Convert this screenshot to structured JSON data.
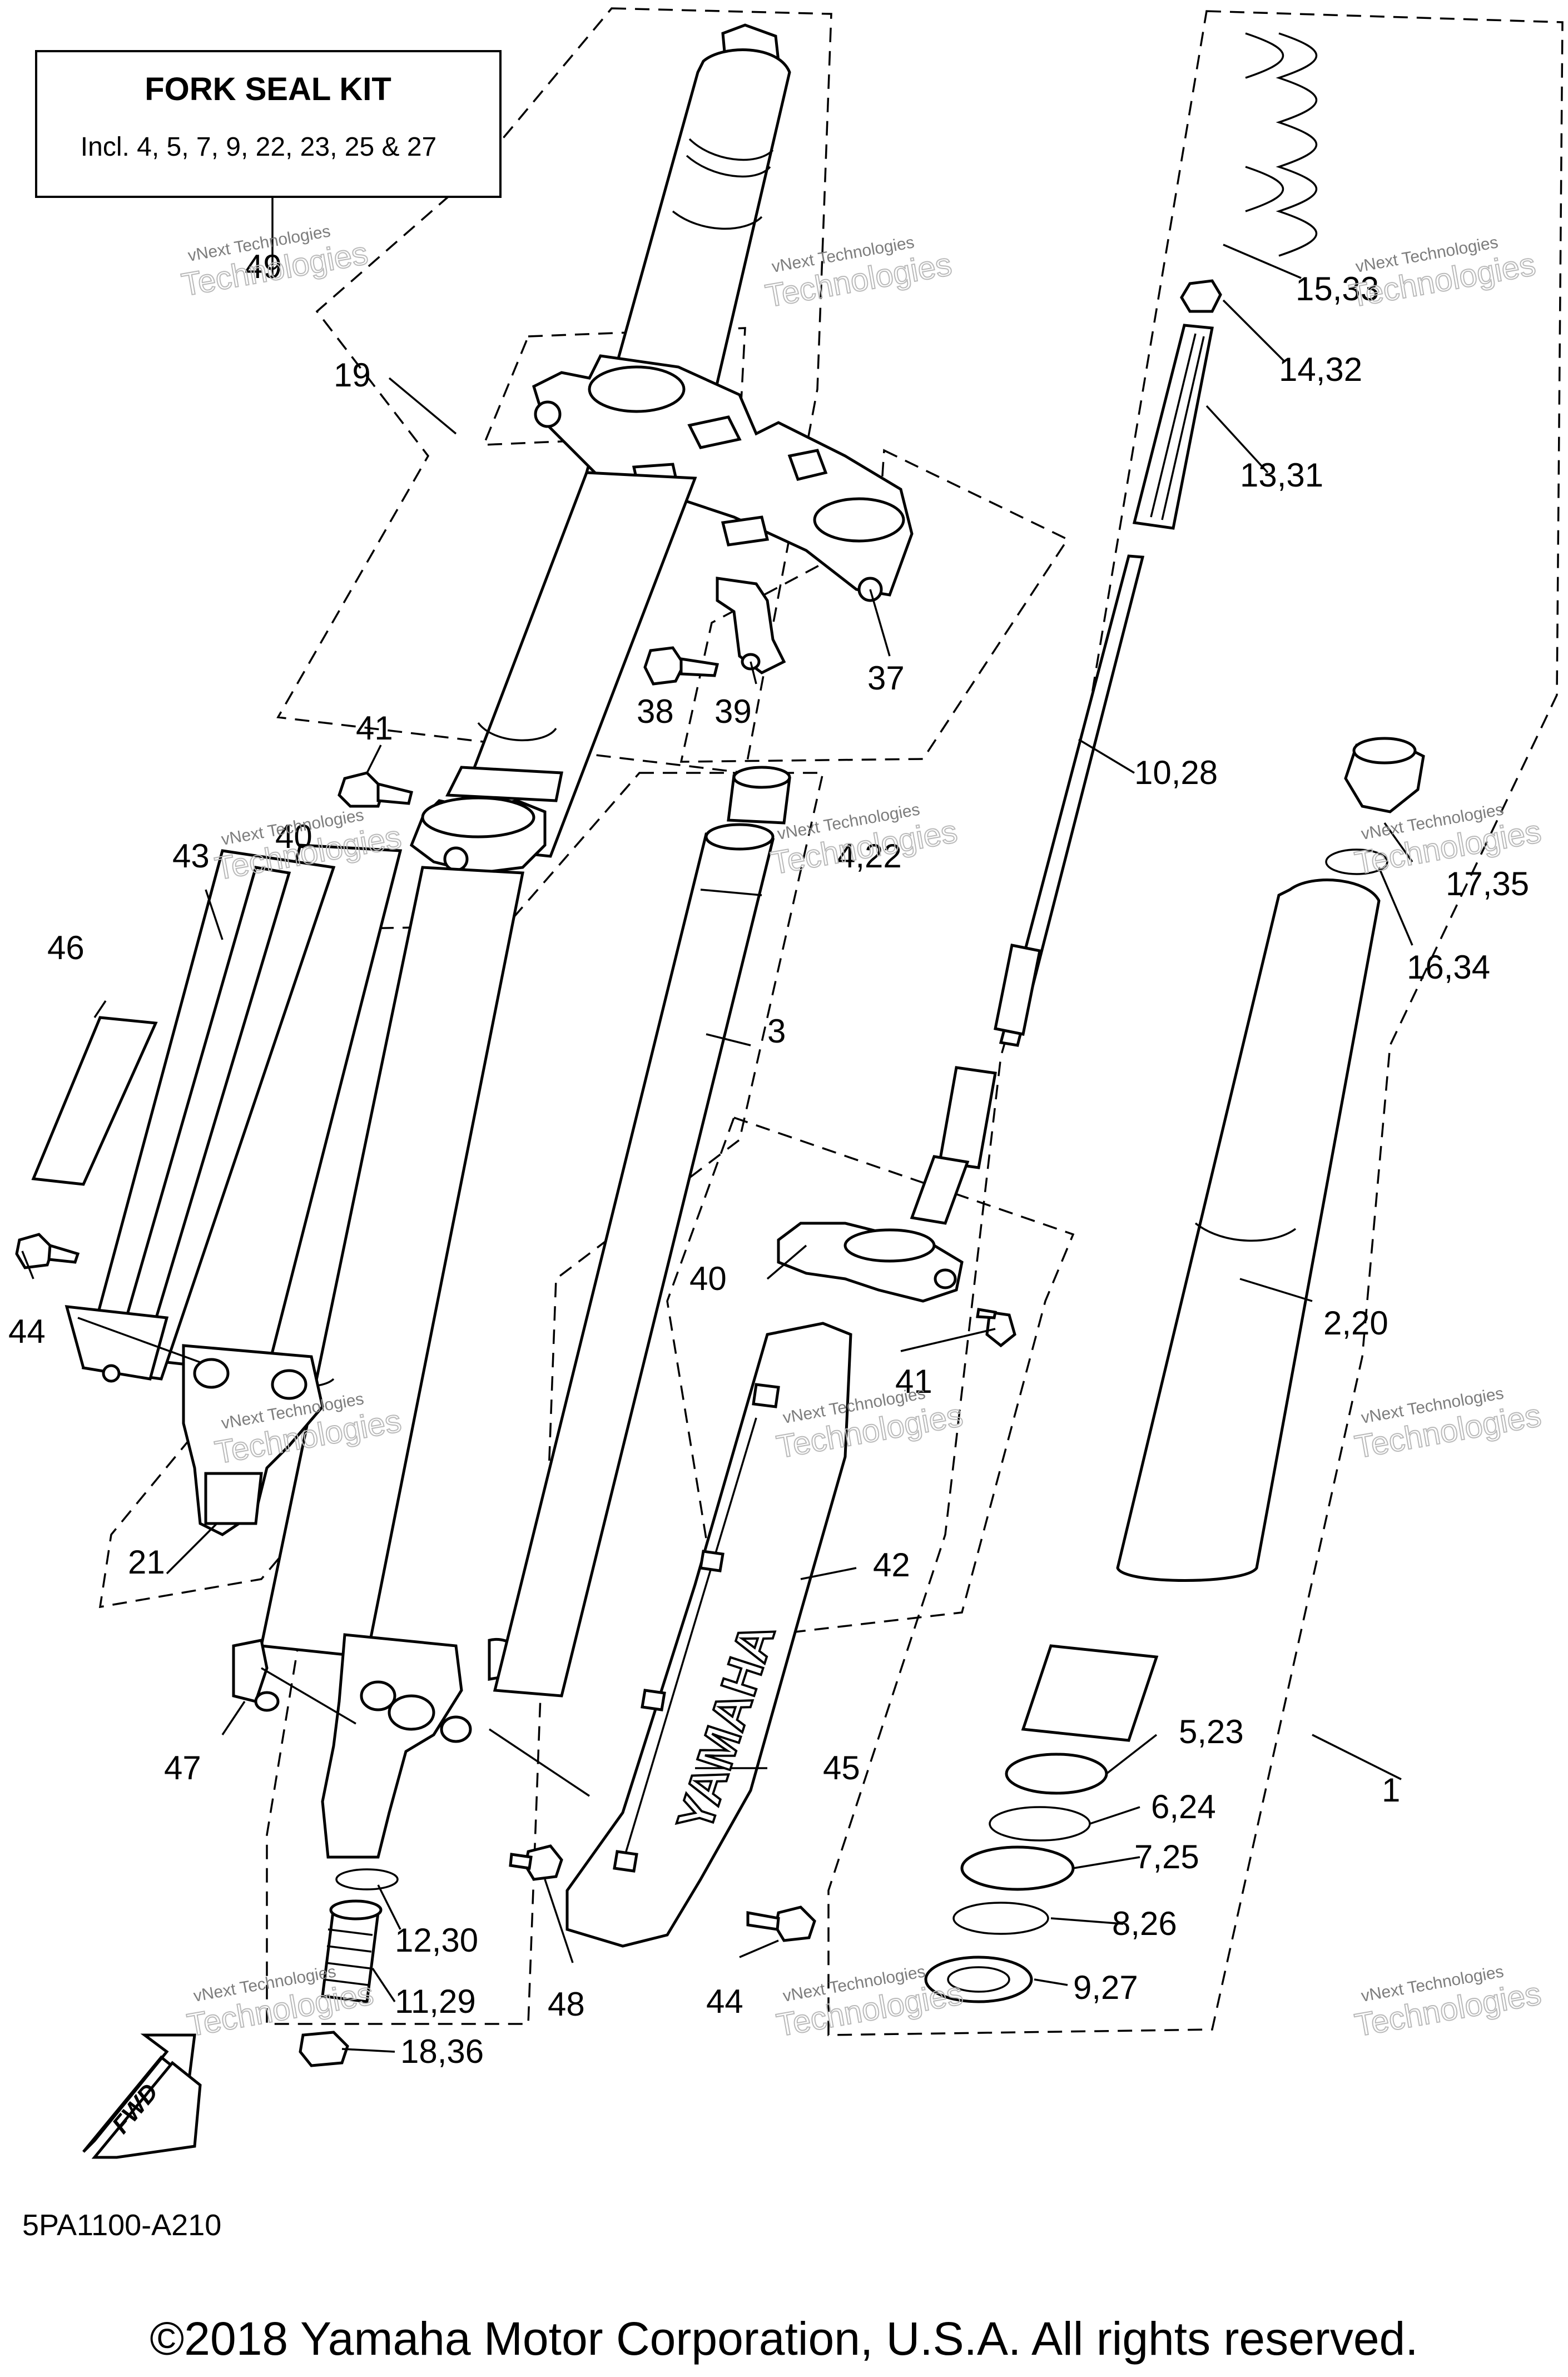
{
  "kit_box": {
    "title": "FORK SEAL KIT",
    "subtitle": "Incl. 4, 5, 7, 9, 22, 23, 25 & 27"
  },
  "callouts": [
    {
      "id": "c49",
      "text": "49"
    },
    {
      "id": "c19",
      "text": "19"
    },
    {
      "id": "c15",
      "text": "15,33"
    },
    {
      "id": "c14",
      "text": "14,32"
    },
    {
      "id": "c13",
      "text": "13,31"
    },
    {
      "id": "c37",
      "text": "37"
    },
    {
      "id": "c38",
      "text": "38"
    },
    {
      "id": "c39",
      "text": "39"
    },
    {
      "id": "c41a",
      "text": "41"
    },
    {
      "id": "c10",
      "text": "10,28"
    },
    {
      "id": "c43",
      "text": "43"
    },
    {
      "id": "c40a",
      "text": "40"
    },
    {
      "id": "c4",
      "text": "4,22"
    },
    {
      "id": "c17",
      "text": "17,35"
    },
    {
      "id": "c46",
      "text": "46"
    },
    {
      "id": "c16",
      "text": "16,34"
    },
    {
      "id": "c3",
      "text": "3"
    },
    {
      "id": "c44a",
      "text": "44"
    },
    {
      "id": "c40b",
      "text": "40"
    },
    {
      "id": "c2",
      "text": "2,20"
    },
    {
      "id": "c41b",
      "text": "41"
    },
    {
      "id": "c21",
      "text": "21"
    },
    {
      "id": "c42",
      "text": "42"
    },
    {
      "id": "c47",
      "text": "47"
    },
    {
      "id": "c45",
      "text": "45"
    },
    {
      "id": "c5",
      "text": "5,23"
    },
    {
      "id": "c1",
      "text": "1"
    },
    {
      "id": "c6",
      "text": "6,24"
    },
    {
      "id": "c7",
      "text": "7,25"
    },
    {
      "id": "c12",
      "text": "12,30"
    },
    {
      "id": "c8",
      "text": "8,26"
    },
    {
      "id": "c11",
      "text": "11,29"
    },
    {
      "id": "c48",
      "text": "48"
    },
    {
      "id": "c44b",
      "text": "44"
    },
    {
      "id": "c9",
      "text": "9,27"
    },
    {
      "id": "c18",
      "text": "18,36"
    }
  ],
  "guard_text": "YAMAHA",
  "fwd_label": "FWD",
  "diagram_code": "5PA1100-A210",
  "copyright": "©2018 Yamaha Motor Corporation, U.S.A. All rights reserved.",
  "watermark": {
    "small": "vNext Technologies",
    "big": "Technologies",
    "big_top": "vNext"
  }
}
